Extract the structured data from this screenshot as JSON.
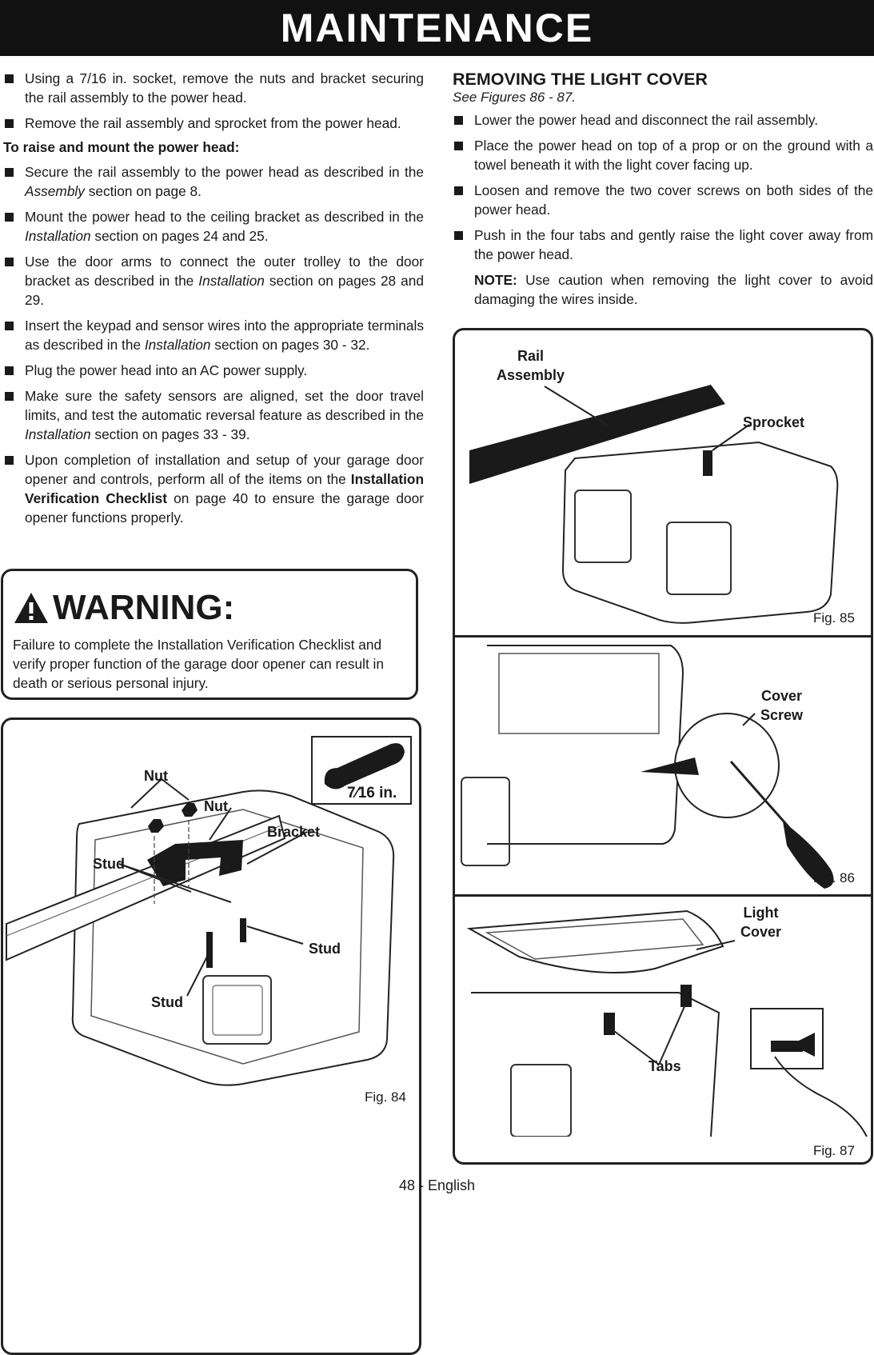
{
  "header": {
    "title": "MAINTENANCE"
  },
  "left": {
    "bullets_top": [
      "Using a 7/16 in. socket, remove the nuts and bracket securing the rail assembly to the power head.",
      "Remove the rail assembly and sprocket from the power head."
    ],
    "subheading": "To raise and mount the power head:",
    "b3": {
      "pre": "Secure the rail assembly to the power head as described in the ",
      "ital": "Assembly",
      "post": " section on page 8."
    },
    "b4": {
      "pre": "Mount the power head to the ceiling bracket as described in the ",
      "ital": "Installation",
      "post": " section on pages 24 and 25."
    },
    "b5": {
      "pre": "Use the door arms to connect the outer trolley to the door bracket as described in the ",
      "ital": "Installation",
      "post": " section on pages 28 and 29."
    },
    "b6": {
      "pre": "Insert the keypad and sensor wires into the appropriate terminals as described in the ",
      "ital": "Installation",
      "post": " section on pages 30 - 32."
    },
    "b7": "Plug the power head into an AC power supply.",
    "b8": {
      "pre": "Make sure the safety sensors are aligned, set the door travel limits, and test the automatic reversal feature as described in the ",
      "ital": "Installation",
      "post": " section on pages 33 - 39."
    },
    "b9": {
      "pre": "Upon completion of installation and setup of your garage door opener and controls, perform all of the items on the ",
      "bold": "Installation Verification Checklist",
      "post": " on page 40 to ensure the garage door opener functions properly."
    }
  },
  "warning": {
    "title": "WARNING:",
    "text": "Failure to complete the Installation Verification Checklist and verify proper function of the garage door opener can result in death or serious personal injury."
  },
  "fig84": {
    "label": "Fig. 84",
    "socket_size": "7⁄16 in.",
    "callouts": {
      "nut1": "Nut",
      "nut2": "Nut",
      "bracket": "Bracket",
      "stud1": "Stud",
      "stud2": "Stud",
      "stud3": "Stud"
    }
  },
  "right": {
    "title": "REMOVING THE LIGHT COVER",
    "see": "See Figures 86 - 87.",
    "bullets": [
      "Lower the power head and disconnect the rail assembly.",
      "Place the power head on top of a prop or on the ground with a towel beneath it with the light cover facing up.",
      "Loosen and remove the two cover screws on both sides of the power head.",
      "Push in the four tabs and gently raise the light cover away from the power head."
    ],
    "note_label": "NOTE:",
    "note_text": " Use caution when removing the light cover to avoid damaging the wires inside."
  },
  "fig85": {
    "label": "Fig. 85",
    "callouts": {
      "rail_l1": "Rail",
      "rail_l2": "Assembly",
      "sprocket": "Sprocket"
    }
  },
  "fig86": {
    "label": "Fig. 86",
    "callouts": {
      "l1": "Cover",
      "l2": "Screw"
    }
  },
  "fig87": {
    "label": "Fig. 87",
    "callouts": {
      "l1": "Light",
      "l2": "Cover",
      "tabs": "Tabs"
    }
  },
  "footer": {
    "page": "48 - English"
  }
}
